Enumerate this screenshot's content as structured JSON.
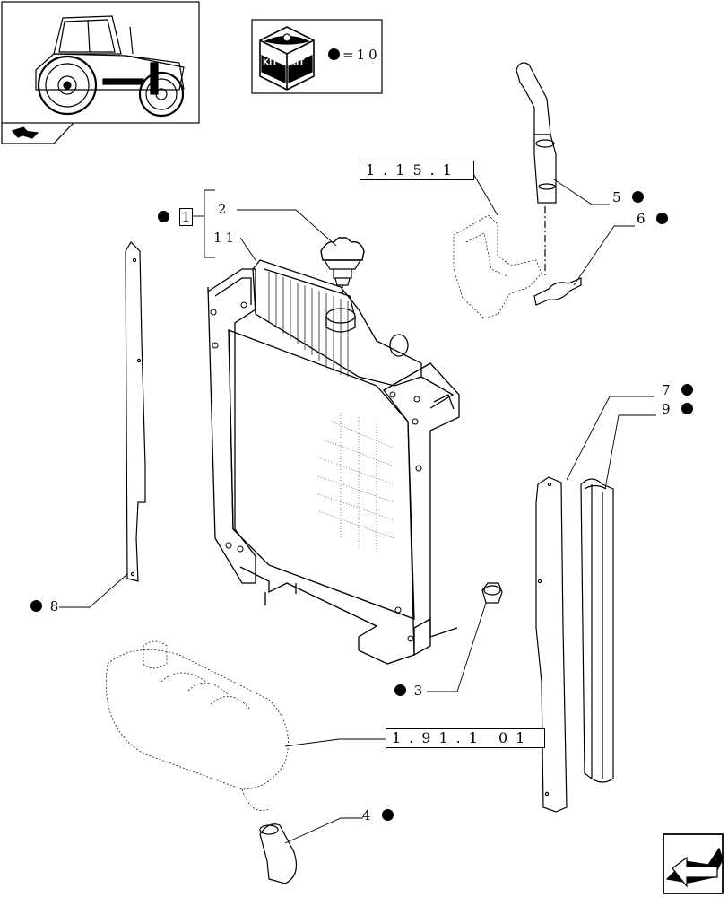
{
  "kit_box": {
    "icon_text_left": "KIT",
    "icon_text_right": "KIT",
    "qty": "10"
  },
  "references": {
    "ref_top": "1.15.1",
    "ref_bottom": "1.91.1 01"
  },
  "group": {
    "bracket_label": "1",
    "items": [
      "2",
      "11"
    ]
  },
  "callouts": {
    "c5": "5",
    "c6": "6",
    "c7": "7",
    "c9": "9",
    "c8": "8",
    "c3": "3",
    "c4": "4"
  },
  "icons": {
    "thumbnail": "tractor-thumbnail-icon",
    "kit": "kit-box-icon",
    "nav": "next-page-arrow-icon"
  }
}
